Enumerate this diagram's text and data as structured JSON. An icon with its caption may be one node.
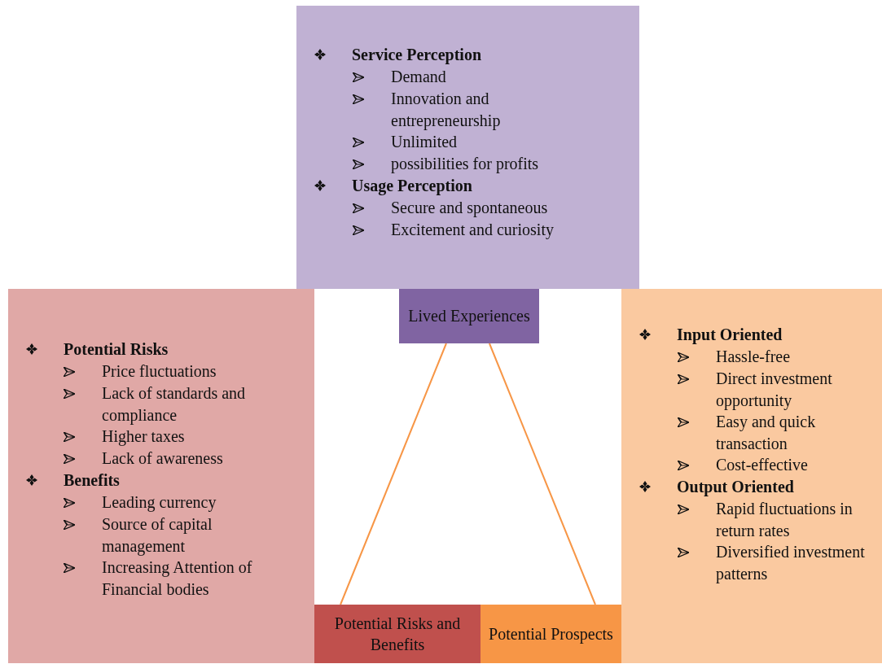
{
  "diagram": {
    "nodes": [
      {
        "text": [
          "Service Perception",
          "Demand",
          "Innovation and entrepreneurship",
          "Unlimited",
          "possibilities for profits",
          "Usage Perception",
          "Secure and spontaneous",
          "Excitement and curiosity"
        ]
      },
      {
        "text": [
          "Potential Risks",
          "Price fluctuations",
          "Lack of standards and compliance",
          "Higher taxes",
          "Lack of awareness",
          "Benefits",
          "Leading currency",
          "Source of capital management",
          "Increasing Attention of Financial bodies"
        ]
      },
      {
        "text": [
          "Lived Experiences"
        ]
      },
      {
        "text": [
          "Input Oriented",
          "Hassle-free",
          "Direct investment opportunity",
          "Easy and quick transaction",
          "Cost-effective",
          "Output Oriented",
          "Rapid fluctuations in return rates",
          "Diversified investment patterns"
        ]
      },
      {
        "text": [
          "Potential Risks and Benefits"
        ]
      },
      {
        "text": [
          "Potential Prospects"
        ]
      }
    ],
    "edges": [
      {
        "from": 2,
        "to": 4,
        "arrow": "none",
        "color": "#f79646"
      },
      {
        "from": 2,
        "to": 5,
        "arrow": "none",
        "color": "#f79646"
      }
    ]
  }
}
